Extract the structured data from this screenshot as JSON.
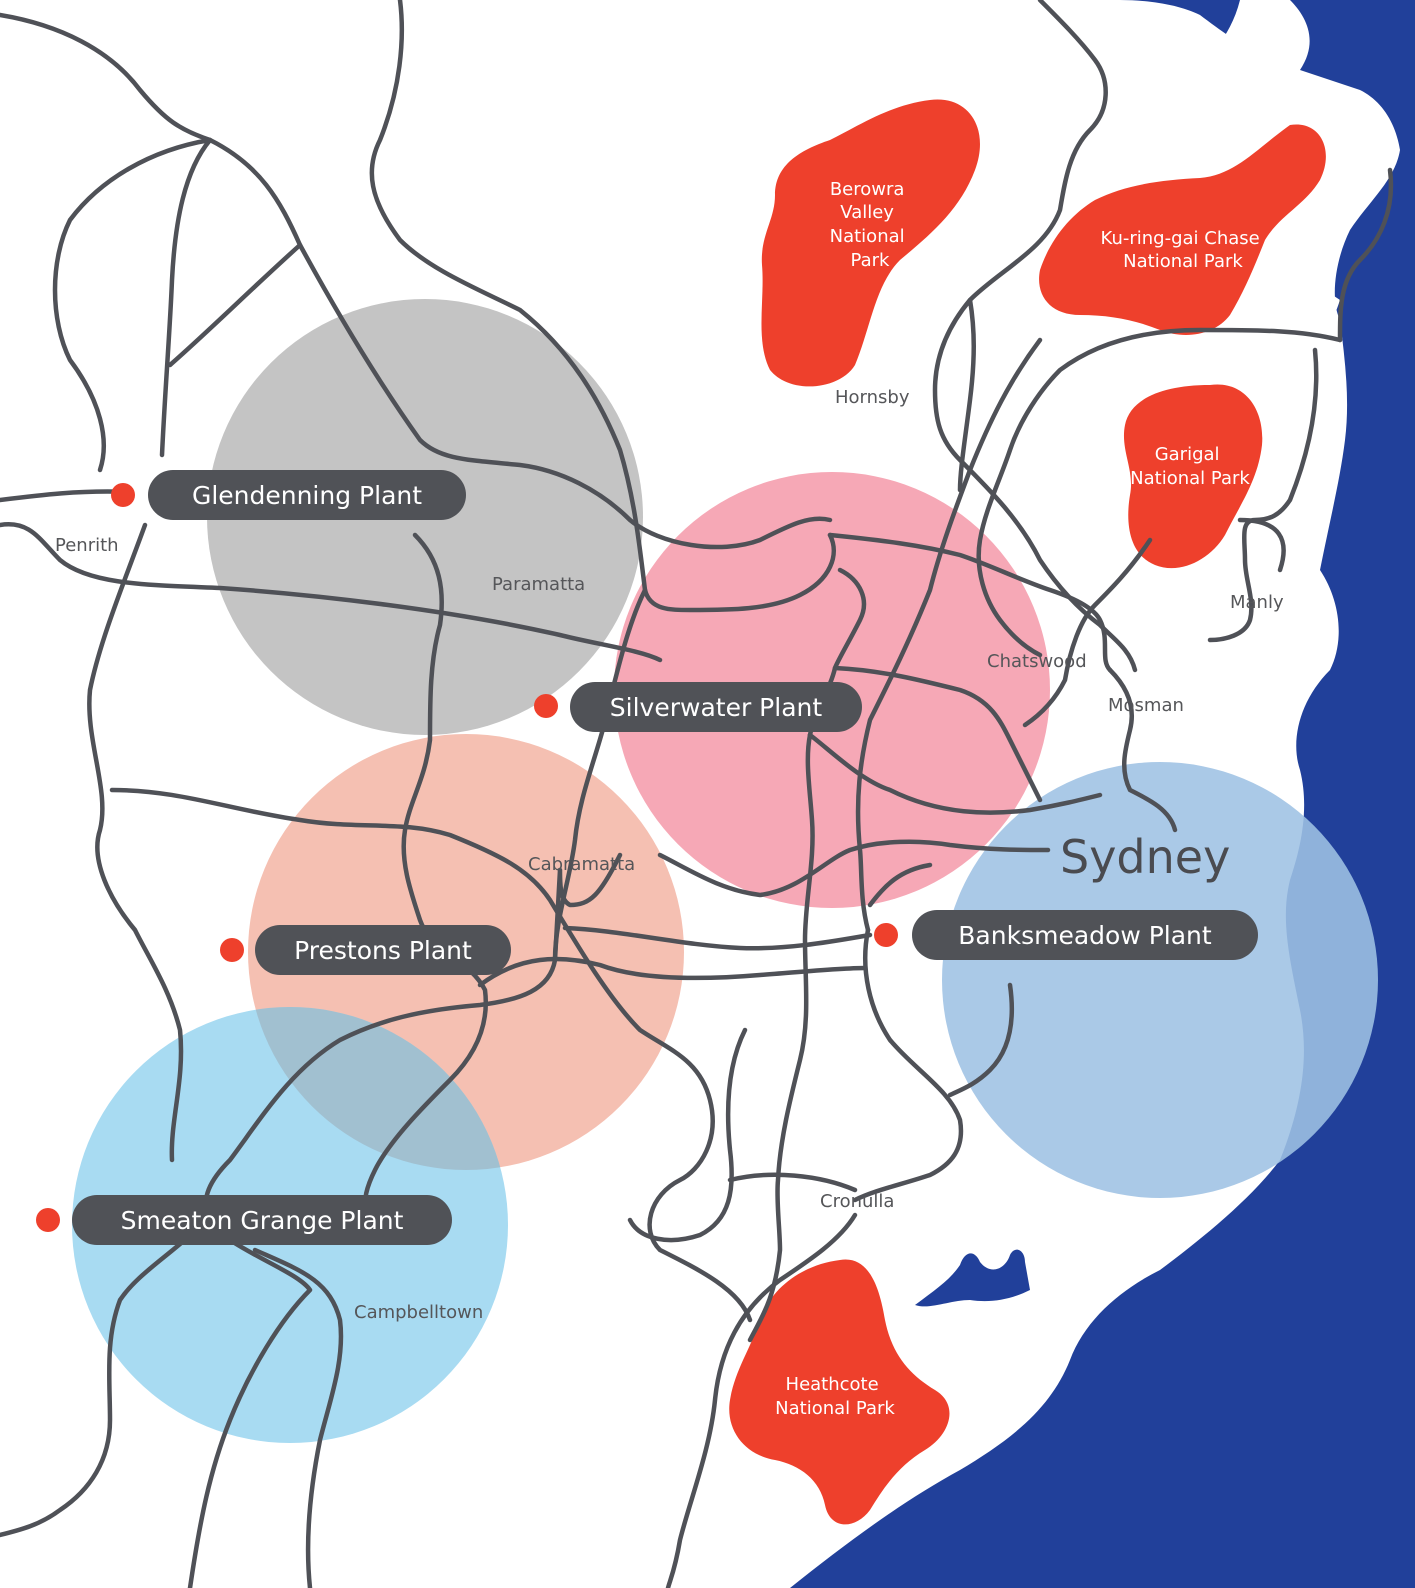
{
  "colors": {
    "background": "#ffffff",
    "ocean": "#21409a",
    "park": "#ee402c",
    "road": "#4f5157",
    "plant_pill": "#505257",
    "plant_dot": "#ee402c",
    "zone_gray": "#c4c4c4",
    "zone_pink": "#f6a8b6",
    "zone_salmon": "#f5c0b2",
    "zone_lightblue": "#a8dbf2",
    "zone_blue": "#9ec1e4"
  },
  "plants": [
    {
      "id": "glendenning",
      "label": "Glendenning Plant"
    },
    {
      "id": "silverwater",
      "label": "Silverwater Plant"
    },
    {
      "id": "prestons",
      "label": "Prestons Plant"
    },
    {
      "id": "smeaton",
      "label": "Smeaton Grange Plant"
    },
    {
      "id": "banksmeadow",
      "label": "Banksmeadow Plant"
    }
  ],
  "parks": [
    {
      "id": "berowra",
      "lines": [
        "Berowra",
        "Valley",
        "National",
        "Park"
      ]
    },
    {
      "id": "kuringgai",
      "lines": [
        "Ku-ring-gai Chase",
        "National Park"
      ]
    },
    {
      "id": "garigal",
      "lines": [
        "Garigal",
        "National Park"
      ]
    },
    {
      "id": "heathcote",
      "lines": [
        "Heathcote",
        "National Park"
      ]
    }
  ],
  "suburbs": [
    {
      "id": "hornsby",
      "label": "Hornsby"
    },
    {
      "id": "penrith",
      "label": "Penrith"
    },
    {
      "id": "paramatta",
      "label": "Paramatta"
    },
    {
      "id": "chatswood",
      "label": "Chatswood"
    },
    {
      "id": "manly",
      "label": "Manly"
    },
    {
      "id": "mosman",
      "label": "Mosman"
    },
    {
      "id": "cabramatta",
      "label": "Cabramatta"
    },
    {
      "id": "cronulla",
      "label": "Cronulla"
    },
    {
      "id": "campbelltown",
      "label": "Campbelltown"
    }
  ],
  "city": {
    "label": "Sydney"
  }
}
